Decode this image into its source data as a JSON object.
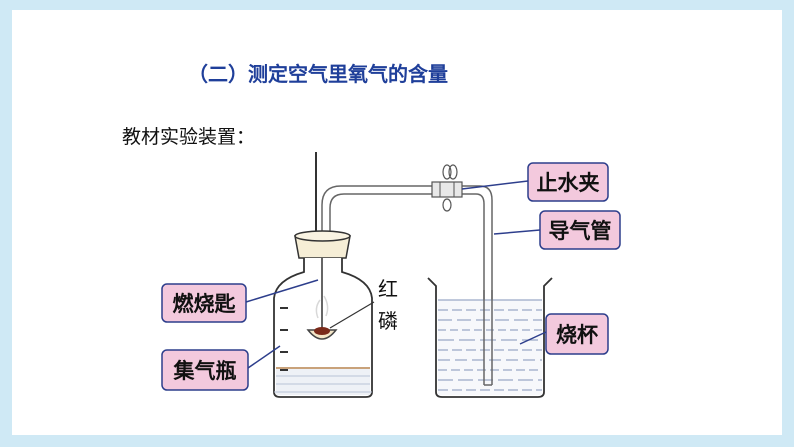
{
  "title": "（二）测定空气里氧气的含量",
  "subtitle": "教材实验装置：",
  "substance_label": "红\n磷",
  "substance_chars": [
    "红",
    "磷"
  ],
  "callouts": [
    {
      "key": "clamp",
      "text": "止水夹"
    },
    {
      "key": "tube",
      "text": "导气管"
    },
    {
      "key": "spoon",
      "text": "燃烧匙"
    },
    {
      "key": "bottle",
      "text": "集气瓶"
    },
    {
      "key": "beaker",
      "text": "烧杯"
    }
  ],
  "colors": {
    "background": "#cfe9f5",
    "title": "#1f3f9a",
    "callout_fill": "#f3c9dd",
    "callout_border": "#2d3e8c",
    "water": "#9aa9c6"
  }
}
